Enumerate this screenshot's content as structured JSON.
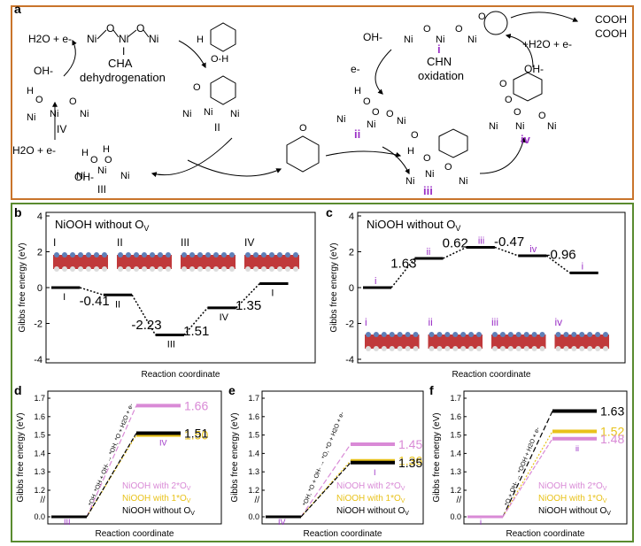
{
  "panel_labels": {
    "a": "a",
    "b": "b",
    "c": "c",
    "d": "d",
    "e": "e",
    "f": "f"
  },
  "panel_a": {
    "left_cycle_title": "CHA\ndehydrogenation",
    "right_cycle_title": "CHN\noxidation",
    "ni_label": "Ni",
    "o_label": "O",
    "h_label": "H",
    "roman_I": "I",
    "roman_II": "II",
    "roman_III": "III",
    "roman_IV": "IV",
    "roman_i": "i",
    "roman_ii": "ii",
    "roman_iii": "iii",
    "roman_iv": "iv",
    "h2o_e_top": "H2O + e-",
    "oh_top_left": "OH-",
    "h2o_e_left": "H2O + e-",
    "oh_bottom": "OH-",
    "oh_right": "OH-",
    "e_right": "e-",
    "h2o_e_right": "+H2O + e-",
    "oh_far_right": "OH-",
    "cooh1": "COOH",
    "cooh2": "COOH",
    "oh_label_cyclohexanol": "O-H"
  },
  "colors": {
    "orange_frame": "#c9742b",
    "green_frame": "#5a8b2f",
    "purple_label": "#9b30c6",
    "pink": "#d98ad6",
    "gold": "#e8c21a",
    "black": "#000000"
  },
  "chart_data": [
    {
      "id": "b",
      "type": "line",
      "title": "NiOOH without OV",
      "xlabel": "Reaction coordinate",
      "ylabel": "Gibbs free energy (eV)",
      "ylim": [
        -4,
        4
      ],
      "yticks": [
        "4",
        "2",
        "0",
        "-2",
        "-4"
      ],
      "states": [
        "I",
        "II",
        "III",
        "IV",
        "I"
      ],
      "values": [
        0,
        -0.41,
        -2.64,
        -1.13,
        0.22
      ],
      "step_labels": [
        "-0.41",
        "-2.23",
        "1.51",
        "1.35"
      ],
      "image_labels": [
        "I",
        "II",
        "III",
        "IV"
      ]
    },
    {
      "id": "c",
      "type": "line",
      "title": "NiOOH without OV",
      "xlabel": "Reaction coordinate",
      "ylabel": "Gibbs free energy (eV)",
      "ylim": [
        -4,
        4
      ],
      "yticks": [
        "4",
        "2",
        "0",
        "-2",
        "-4"
      ],
      "states": [
        "i",
        "ii",
        "iii",
        "iv",
        "i"
      ],
      "values": [
        0,
        1.63,
        2.25,
        1.78,
        0.82
      ],
      "step_labels": [
        "1.63",
        "0.62",
        "-0.47",
        "-0.96"
      ],
      "image_labels": [
        "i",
        "ii",
        "iii",
        "iv"
      ]
    },
    {
      "id": "d",
      "type": "line",
      "xlabel": "Reaction coordinate",
      "ylabel": "Gibbs free energy (eV)",
      "yticks": [
        "1.7",
        "1.6",
        "1.5",
        "1.4",
        "1.3",
        "1.2",
        "0.0"
      ],
      "start_state": "III",
      "end_state": "IV",
      "reaction": "*OH, *OH + OH- → *OH, *O + H2O + e-",
      "series": [
        {
          "name": "NiOOH with 2*OV",
          "color": "#d98ad6",
          "values": [
            0.0,
            1.66
          ],
          "label": "1.66"
        },
        {
          "name": "NiOOH with 1*OV",
          "color": "#e8c21a",
          "values": [
            0.0,
            1.5
          ],
          "label": "1.50"
        },
        {
          "name": "NiOOH without OV",
          "color": "#000000",
          "values": [
            0.0,
            1.51
          ],
          "label": "1.51"
        }
      ]
    },
    {
      "id": "e",
      "type": "line",
      "xlabel": "Reaction coordinate",
      "ylabel": "Gibbs free energy (eV)",
      "yticks": [
        "1.7",
        "1.6",
        "1.5",
        "1.4",
        "1.3",
        "1.2",
        "0.0"
      ],
      "start_state": "IV",
      "end_state": "I",
      "reaction": "*OH, *O + OH- → *O, *O + H2O + e-",
      "series": [
        {
          "name": "NiOOH with 2*OV",
          "color": "#d98ad6",
          "values": [
            0.0,
            1.45
          ],
          "label": "1.45"
        },
        {
          "name": "NiOOH with 1*OV",
          "color": "#e8c21a",
          "values": [
            0.0,
            1.36
          ],
          "label": "1.36"
        },
        {
          "name": "NiOOH without OV",
          "color": "#000000",
          "values": [
            0.0,
            1.35
          ],
          "label": "1.35"
        }
      ]
    },
    {
      "id": "f",
      "type": "line",
      "xlabel": "Reaction coordinate",
      "ylabel": "Gibbs free energy (eV)",
      "yticks": [
        "1.7",
        "1.6",
        "1.5",
        "1.4",
        "1.3",
        "1.2",
        "0.0"
      ],
      "start_state": "i",
      "end_state": "ii",
      "reaction": "*O + OH- → *OOH + H2O + e-",
      "series": [
        {
          "name": "NiOOH without OV",
          "color": "#000000",
          "values": [
            0.0,
            1.63
          ],
          "label": "1.63"
        },
        {
          "name": "NiOOH with 1*OV",
          "color": "#e8c21a",
          "values": [
            0.0,
            1.52
          ],
          "label": "1.52"
        },
        {
          "name": "NiOOH with 2*OV",
          "color": "#d98ad6",
          "values": [
            0.0,
            1.48
          ],
          "label": "1.48"
        }
      ]
    }
  ]
}
